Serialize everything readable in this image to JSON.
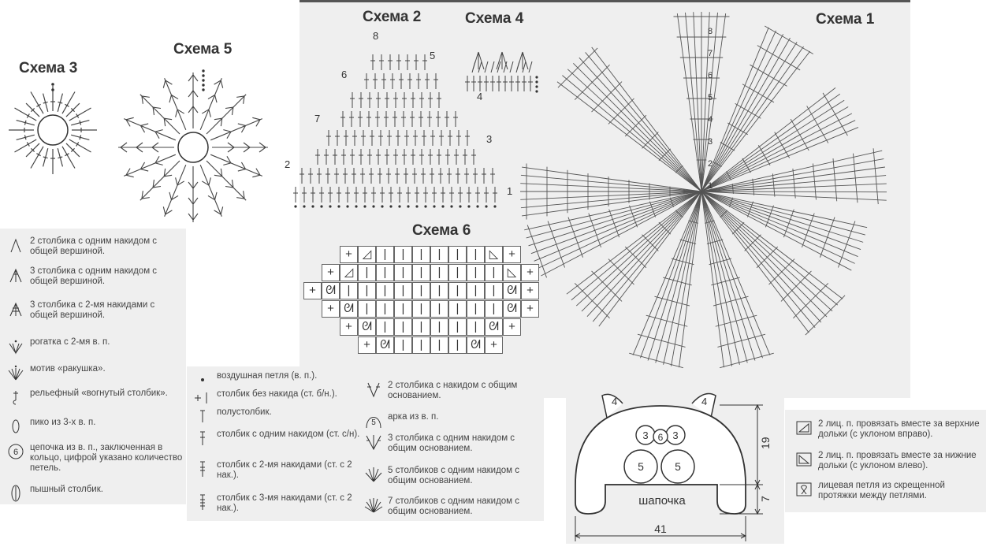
{
  "schemes": {
    "s1": "Схема 1",
    "s2": "Схема 2",
    "s3": "Схема 3",
    "s4": "Схема 4",
    "s5": "Схема 5",
    "s6": "Схема 6"
  },
  "scheme1_rows": [
    "1",
    "2",
    "3",
    "4",
    "5",
    "6",
    "7",
    "8"
  ],
  "scheme2_rows": [
    "1",
    "2",
    "3",
    "4",
    "5",
    "6",
    "7",
    "8"
  ],
  "legend_left": [
    "2 столбика с одним накидом с общей вершиной.",
    "3 столбика с одним накидом с общей вершиной.",
    "3 столбика с 2-мя накидами с общей вершиной.",
    "рогатка с 2-мя в. п.",
    "мотив «ракушка».",
    "рельефный «вогнутый столбик».",
    "пико из 3-х в. п.",
    "цепочка из в. п., заключенная в кольцо, цифрой указано количество петель.",
    "пышный столбик."
  ],
  "legend_ring_number": "6",
  "legend_mid_col1": [
    "воздушная петля (в. п.).",
    "столбик без накида (ст. б/н.).",
    "полустолбик.",
    "столбик с одним накидом (ст. с/н).",
    "столбик с 2-мя накидами (ст. с 2 нак.).",
    "столбик с 3-мя накидами (ст. с 2 нак.)."
  ],
  "legend_mid_col2": [
    "2 столбика с накидом с общим основанием.",
    "арка из в. п.",
    "3 столбика с одним накидом с общим основанием.",
    "5 столбиков с одним накидом с общим основанием.",
    "7 столбиков с одним накидом с общим основанием."
  ],
  "legend_arch_number": "5",
  "legend_right": [
    "2 лиц. п. провязать вместе за верхние дольки (с уклоном вправо).",
    "2 лиц. п. провязать вместе за нижние дольки (с уклоном влево).",
    "лицевая петля из скрещенной протяжки между петлями."
  ],
  "hat": {
    "label": "шапочка",
    "ear_left": "4",
    "ear_right": "4",
    "eye_left": "3",
    "nose": "6",
    "eye_right": "3",
    "cheek_left": "5",
    "cheek_right": "5",
    "dim_height": "19",
    "dim_band": "7",
    "dim_width": "41"
  }
}
